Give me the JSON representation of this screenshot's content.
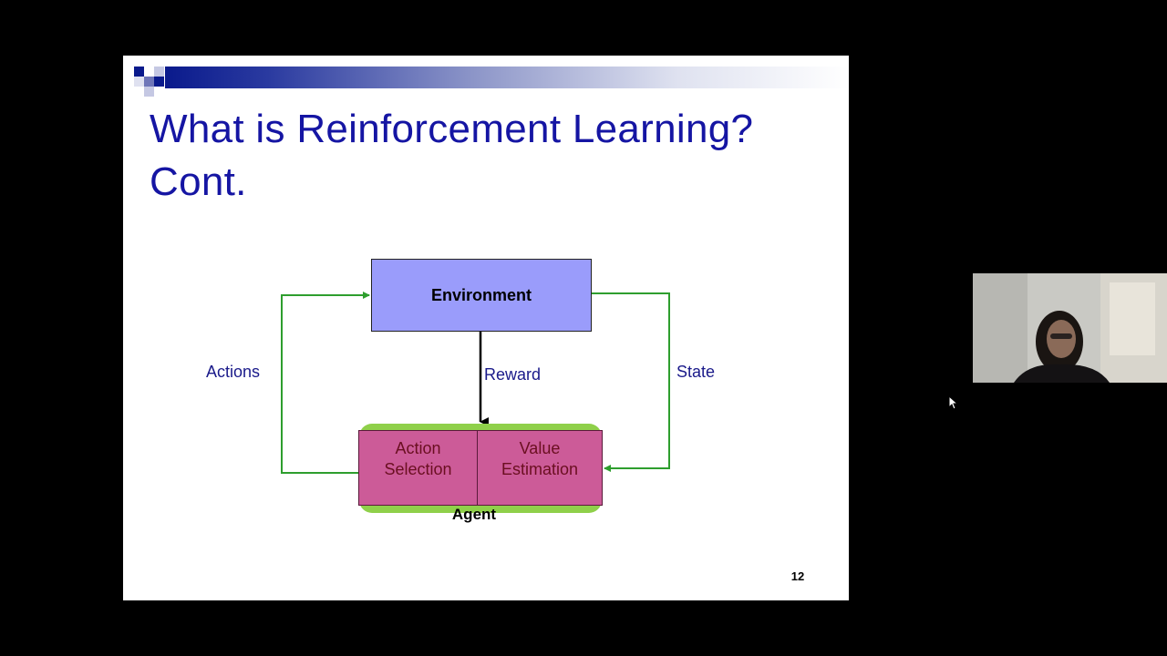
{
  "slide": {
    "title_line1": "What is Reinforcement Learning?",
    "title_line2": "Cont.",
    "page_number": "12"
  },
  "diagram": {
    "environment_label": "Environment",
    "agent_label": "Agent",
    "action_selection_line1": "Action",
    "action_selection_line2": "Selection",
    "value_estimation_line1": "Value",
    "value_estimation_line2": "Estimation",
    "actions_label": "Actions",
    "reward_label": "Reward",
    "state_label": "State"
  },
  "colors": {
    "title": "#1515a3",
    "environment_fill": "#9a9cfb",
    "agent_fill": "#cc5b98",
    "agent_border_glow": "#8fd04a",
    "arrow_green": "#2e9e2e",
    "arrow_black": "#000000",
    "background": "#000000"
  },
  "icons": {
    "cursor": "mouse-pointer-icon",
    "logo": "slide-template-squares-icon"
  }
}
